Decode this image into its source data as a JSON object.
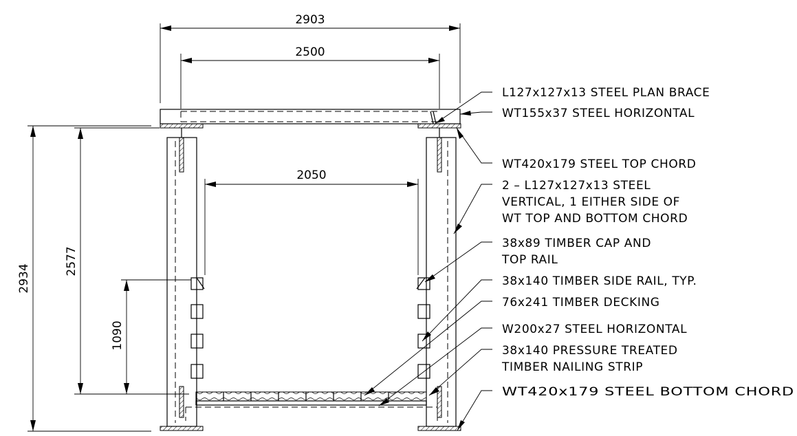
{
  "dimensions": {
    "overall_width": "2903",
    "brace_width": "2500",
    "clear_width": "2050",
    "overall_height": "2934",
    "vertical_height": "2577",
    "rail_height": "1090"
  },
  "callouts": [
    {
      "id": "plan-brace",
      "lines": [
        "L127x127x13 STEEL PLAN BRACE"
      ]
    },
    {
      "id": "top-horizontal",
      "lines": [
        "WT155x37 STEEL HORIZONTAL"
      ]
    },
    {
      "id": "top-chord",
      "lines": [
        "WT420x179 STEEL TOP CHORD"
      ]
    },
    {
      "id": "vertical",
      "lines": [
        "2 – L127x127x13 STEEL",
        "VERTICAL, 1 EITHER SIDE OF",
        "WT TOP AND BOTTOM CHORD"
      ]
    },
    {
      "id": "cap-rail",
      "lines": [
        "38x89 TIMBER CAP AND",
        "TOP RAIL"
      ]
    },
    {
      "id": "side-rail",
      "lines": [
        "38x140 TIMBER SIDE RAIL, TYP."
      ]
    },
    {
      "id": "decking",
      "lines": [
        "76x241 TIMBER DECKING"
      ]
    },
    {
      "id": "bottom-horizontal",
      "lines": [
        "W200x27 STEEL HORIZONTAL"
      ]
    },
    {
      "id": "nailing-strip",
      "lines": [
        "38x140 PRESSURE TREATED",
        "TIMBER NAILING STRIP"
      ]
    },
    {
      "id": "bottom-chord",
      "lines": [
        "WT420x179 STEEL BOTTOM CHORD"
      ]
    }
  ]
}
